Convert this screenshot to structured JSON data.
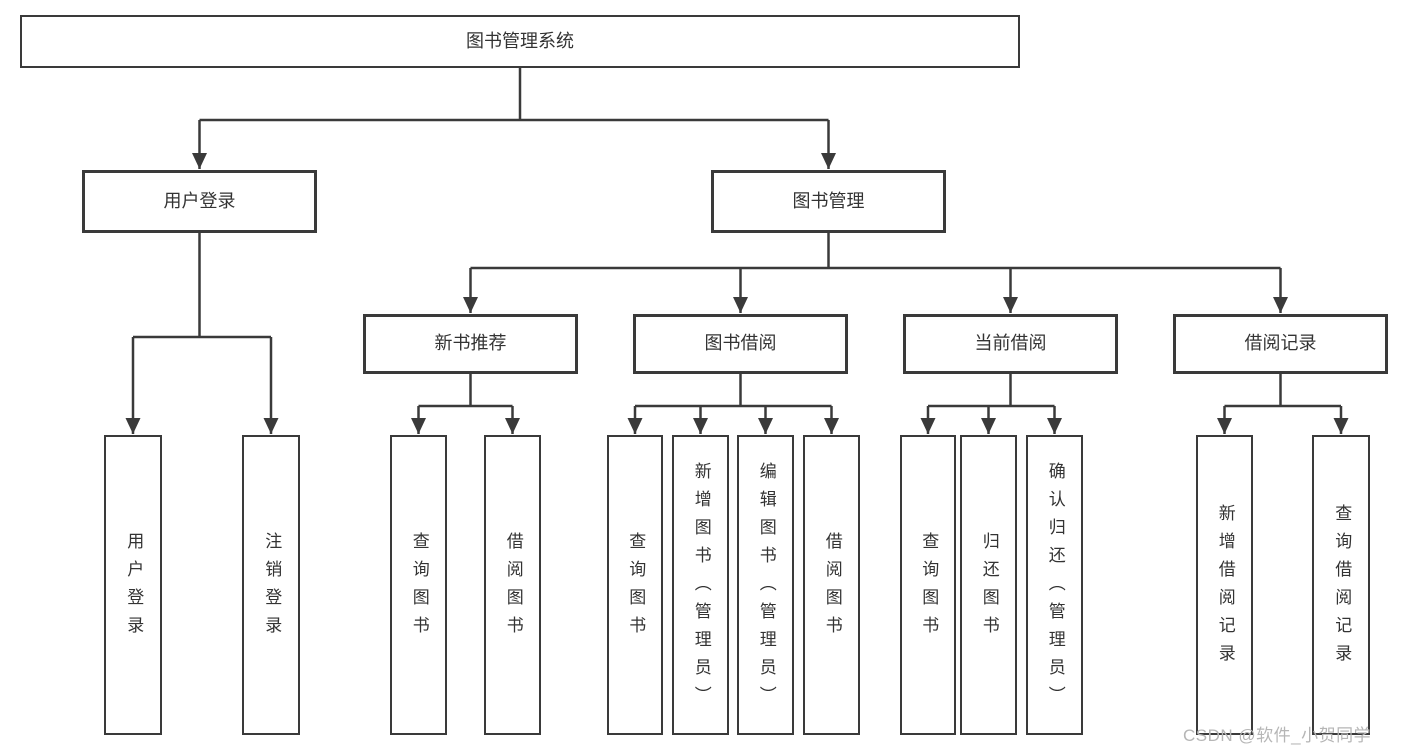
{
  "diagram": {
    "type": "tree",
    "colors": {
      "background": "#ffffff",
      "line": "#3a3a3a",
      "box_border": "#3a3a3a",
      "box_fill": "#ffffff",
      "text": "#333333",
      "watermark": "#b6b6b6"
    },
    "watermark": "CSDN @软件_小贺同学",
    "nodes": {
      "root": {
        "label": "图书管理系统"
      },
      "user_login": {
        "label": "用户登录"
      },
      "book_mgmt": {
        "label": "图书管理"
      },
      "new_book_rec": {
        "label": "新书推荐"
      },
      "book_borrow": {
        "label": "图书借阅"
      },
      "current_borrow": {
        "label": "当前借阅"
      },
      "borrow_record": {
        "label": "借阅记录"
      },
      "leaf_user_login": {
        "label": "用户登录"
      },
      "leaf_logout": {
        "label": "注销登录"
      },
      "leaf_query_book_1": {
        "label": "查询图书"
      },
      "leaf_borrow_book_1": {
        "label": "借阅图书"
      },
      "leaf_query_book_2": {
        "label": "查询图书"
      },
      "leaf_add_book": {
        "label": "新增图书（管理员）"
      },
      "leaf_edit_book": {
        "label": "编辑图书（管理员）"
      },
      "leaf_borrow_book_2": {
        "label": "借阅图书"
      },
      "leaf_query_book_3": {
        "label": "查询图书"
      },
      "leaf_return_book": {
        "label": "归还图书"
      },
      "leaf_confirm_return": {
        "label": "确认归还（管理员）"
      },
      "leaf_add_borrow_record": {
        "label": "新增借阅记录"
      },
      "leaf_query_borrow_record": {
        "label": "查询借阅记录"
      }
    },
    "edges": [
      [
        "root",
        "user_login"
      ],
      [
        "root",
        "book_mgmt"
      ],
      [
        "user_login",
        "leaf_user_login"
      ],
      [
        "user_login",
        "leaf_logout"
      ],
      [
        "book_mgmt",
        "new_book_rec"
      ],
      [
        "book_mgmt",
        "book_borrow"
      ],
      [
        "book_mgmt",
        "current_borrow"
      ],
      [
        "book_mgmt",
        "borrow_record"
      ],
      [
        "new_book_rec",
        "leaf_query_book_1"
      ],
      [
        "new_book_rec",
        "leaf_borrow_book_1"
      ],
      [
        "book_borrow",
        "leaf_query_book_2"
      ],
      [
        "book_borrow",
        "leaf_add_book"
      ],
      [
        "book_borrow",
        "leaf_edit_book"
      ],
      [
        "book_borrow",
        "leaf_borrow_book_2"
      ],
      [
        "current_borrow",
        "leaf_query_book_3"
      ],
      [
        "current_borrow",
        "leaf_return_book"
      ],
      [
        "current_borrow",
        "leaf_confirm_return"
      ],
      [
        "borrow_record",
        "leaf_add_borrow_record"
      ],
      [
        "borrow_record",
        "leaf_query_borrow_record"
      ]
    ]
  }
}
